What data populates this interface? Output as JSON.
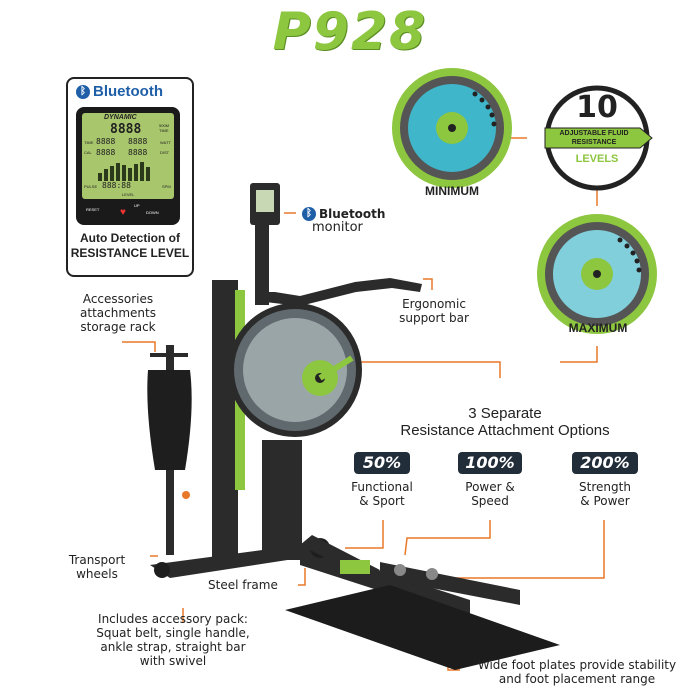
{
  "title": "P928",
  "monitor_panel": {
    "bluetooth_label": "Bluetooth",
    "brand": "DYNAMIC",
    "digits_main": "8888",
    "digits_a": "8888",
    "digits_b": "8888",
    "digits_c": "8888",
    "digits_d": "8888",
    "digits_level": "888:88",
    "label_time": "TIME",
    "label_cal": "CAL",
    "label_500m_time": "500M TIME",
    "label_watt": "WATT",
    "label_dist": "DIST",
    "label_pulse": "PULSE",
    "label_spm": "SPM",
    "label_level": "LEVEL",
    "btn_reset": "RESET",
    "btn_up": "UP",
    "btn_down": "DOWN",
    "caption_line1": "Auto Detection of",
    "caption_line2": "RESISTANCE LEVEL"
  },
  "resistance": {
    "minimum_label": "MINIMUM",
    "maximum_label": "MAXIMUM",
    "count": "10",
    "adjustable_line1": "ADJUSTABLE FLUID",
    "adjustable_line2": "RESISTANCE",
    "levels_label": "LEVELS"
  },
  "callouts": {
    "bluetooth_monitor_brand": "Bluetooth",
    "bluetooth_monitor": "monitor",
    "accessories_line1": "Accessories",
    "accessories_line2": "attachments",
    "accessories_line3": "storage rack",
    "ergonomic_line1": "Ergonomic",
    "ergonomic_line2": "support bar",
    "transport_line1": "Transport",
    "transport_line2": "wheels",
    "steel_frame": "Steel frame",
    "pack_line1": "Includes accessory pack:",
    "pack_line2": "Squat belt, single handle,",
    "pack_line3": "ankle strap, straight bar",
    "pack_line4": "with swivel",
    "foot_line1": "Wide foot plates provide stability",
    "foot_line2": "and foot placement range"
  },
  "attachments": {
    "heading_line1": "3 Separate",
    "heading_line2": "Resistance Attachment Options",
    "options": [
      {
        "pct": "50%",
        "line1": "Functional",
        "line2": "& Sport"
      },
      {
        "pct": "100%",
        "line1": "Power &",
        "line2": "Speed"
      },
      {
        "pct": "200%",
        "line1": "Strength",
        "line2": "& Power"
      }
    ]
  },
  "colors": {
    "accent_green": "#8dc63f",
    "callout_orange": "#e8782a",
    "navy": "#222d3a",
    "water_blue": "#3fb6c9",
    "frame": "#2b2b2b",
    "bluetooth_blue": "#1f5fa8"
  }
}
